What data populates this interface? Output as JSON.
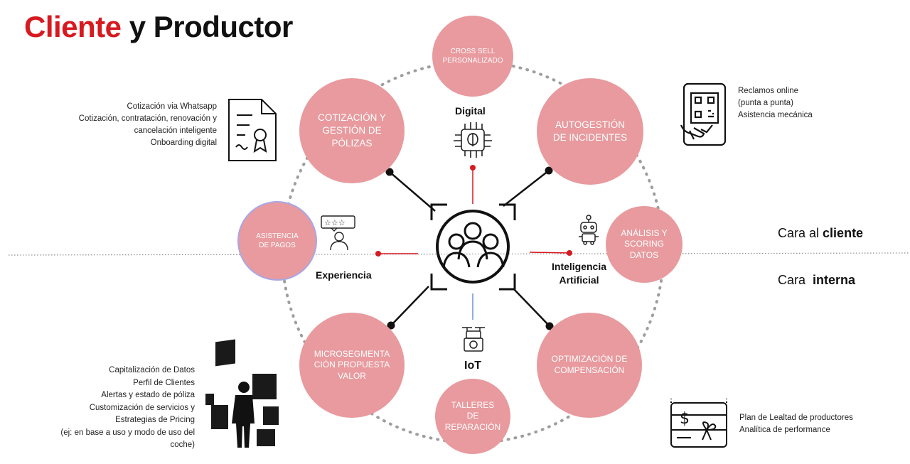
{
  "title": {
    "part1": "Cliente",
    "part2": "y Productor"
  },
  "center": {
    "icon": "team-focus-icon"
  },
  "pillars": {
    "digital": {
      "label": "Digital",
      "icon": "ai-chip-icon"
    },
    "experiencia": {
      "label": "Experiencia",
      "icon": "rating-person-icon"
    },
    "ia": {
      "line1": "Inteligencia",
      "line2": "Artificial",
      "icon": "robot-icon"
    },
    "iot": {
      "label": "IoT",
      "icon": "drone-icon"
    }
  },
  "circles": {
    "cross_sell": {
      "line1": "CROSS SELL",
      "line2": "PERSONALIZADO"
    },
    "cotizacion": {
      "line1": "COTIZACIÓN y",
      "line2": "GESTIÓN DE",
      "line3": "PÓLIZAS"
    },
    "autogestion": {
      "line1": "AUTOGESTIÓN",
      "line2": "DE INCIDENTES"
    },
    "asistencia": {
      "line1": "ASISTENCIA",
      "line2": "DE PAGOS"
    },
    "analisis": {
      "line1": "ANÁLISIS Y",
      "line2": "SCORING",
      "line3": "DATOS"
    },
    "microsegmentacion": {
      "line1": "MICROSEGMENTA",
      "line2": "CIÓN PROPUESTA",
      "line3": "VALOR"
    },
    "optimizacion": {
      "line1": "OPTIMIZACIÓN DE",
      "line2": "COMPENSACIÓN"
    },
    "talleres": {
      "line1": "TALLERES",
      "line2": "DE",
      "line3": "REPARACIÓN"
    }
  },
  "panels": {
    "top_left": {
      "icon": "certificate-icon",
      "lines": [
        "Cotización via Whatsapp",
        "Cotización, contratación, renovación y",
        "cancelación inteligente",
        "Onboarding digital"
      ]
    },
    "top_right": {
      "icon": "qr-phone-icon",
      "lines": [
        "Reclamos online",
        "(punta a punta)",
        "Asistencia mecánica"
      ]
    },
    "bottom_left": {
      "icon": "person-screens-icon",
      "lines": [
        "Capitalización de Datos",
        "Perfil de Clientes",
        "Alertas y estado de póliza",
        "Customización de servicios y",
        "Estrategias de Pricing",
        "(ej: en base a uso y modo de uso del",
        "coche)"
      ]
    },
    "bottom_right": {
      "icon": "gift-card-icon",
      "lines": [
        "Plan de Lealtad de productores",
        "Analítica de performance"
      ]
    }
  },
  "cara": {
    "cliente": {
      "prefix": "Cara al",
      "bold": "cliente"
    },
    "interna": {
      "prefix": "Cara",
      "bold": "interna"
    }
  },
  "colors": {
    "title_red": "#d71920",
    "circle_fill": "#e89a9e",
    "connector_red": "#d71920",
    "connector_blue": "#6f8fd8",
    "dotted_ring": "#9e9e9e",
    "outline_blue": "#a7a7e8"
  }
}
